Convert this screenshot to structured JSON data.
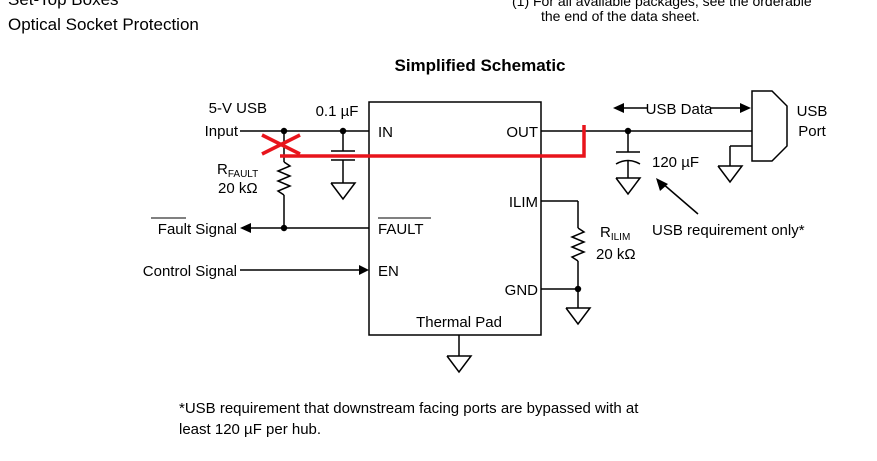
{
  "page": {
    "left_list": [
      "Set-Top Boxes",
      "Optical Socket Protection"
    ],
    "footnote_top": {
      "line1": "(1)  For  all  available  packages,  see  the  orderable",
      "line2": "the end of the data sheet."
    },
    "title": "Simplified Schematic",
    "bottom_note": {
      "line1": "*USB requirement that downstream facing ports are bypassed with at",
      "line2": "least 120 µF per hub."
    }
  },
  "schematic": {
    "labels": {
      "supply": "5-V USB",
      "input": "Input",
      "cap_in": "0.1 µF",
      "r_fault_main": "R",
      "r_fault_sub": "FAULT",
      "r_fault_value": "20 kΩ",
      "fault_signal": "Fault Signal",
      "control_signal": "Control Signal",
      "usb_data": "USB Data",
      "usb_port_line1": "USB",
      "usb_port_line2": "Port",
      "cap_out": "120 µF",
      "r_ilim_main": "R",
      "r_ilim_sub": "ILIM",
      "r_ilim_value": "20 kΩ",
      "usb_req": "USB requirement only*",
      "thermal_pad": "Thermal Pad"
    },
    "pins": {
      "in": "IN",
      "out": "OUT",
      "ilim": "ILIM",
      "fault": "FAULT",
      "en": "EN",
      "gnd": "GND"
    },
    "colors": {
      "wire": "#000000",
      "markup": "#e8141c"
    }
  }
}
